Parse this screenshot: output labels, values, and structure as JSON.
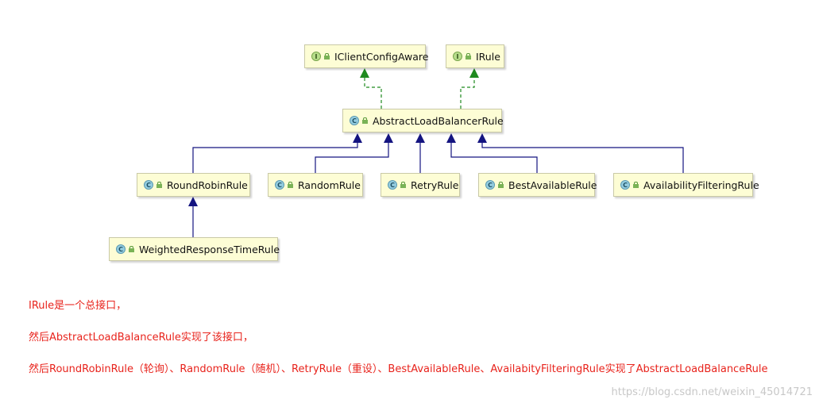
{
  "diagram": {
    "nodes": [
      {
        "id": "IClientConfigAware",
        "label": "IClientConfigAware",
        "kind": "I"
      },
      {
        "id": "IRule",
        "label": "IRule",
        "kind": "I"
      },
      {
        "id": "AbstractLoadBalancerRule",
        "label": "AbstractLoadBalancerRule",
        "kind": "C"
      },
      {
        "id": "RoundRobinRule",
        "label": "RoundRobinRule",
        "kind": "C"
      },
      {
        "id": "RandomRule",
        "label": "RandomRule",
        "kind": "C"
      },
      {
        "id": "RetryRule",
        "label": "RetryRule",
        "kind": "C"
      },
      {
        "id": "BestAvailableRule",
        "label": "BestAvailableRule",
        "kind": "C"
      },
      {
        "id": "AvailabilityFilteringRule",
        "label": "AvailabilityFilteringRule",
        "kind": "C"
      },
      {
        "id": "WeightedResponseTimeRule",
        "label": "WeightedResponseTimeRule",
        "kind": "C"
      }
    ],
    "edges": [
      {
        "from": "AbstractLoadBalancerRule",
        "to": "IClientConfigAware",
        "type": "implements"
      },
      {
        "from": "AbstractLoadBalancerRule",
        "to": "IRule",
        "type": "implements"
      },
      {
        "from": "RoundRobinRule",
        "to": "AbstractLoadBalancerRule",
        "type": "extends"
      },
      {
        "from": "RandomRule",
        "to": "AbstractLoadBalancerRule",
        "type": "extends"
      },
      {
        "from": "RetryRule",
        "to": "AbstractLoadBalancerRule",
        "type": "extends"
      },
      {
        "from": "BestAvailableRule",
        "to": "AbstractLoadBalancerRule",
        "type": "extends"
      },
      {
        "from": "AvailabilityFilteringRule",
        "to": "AbstractLoadBalancerRule",
        "type": "extends"
      },
      {
        "from": "WeightedResponseTimeRule",
        "to": "RoundRobinRule",
        "type": "extends"
      }
    ],
    "colors": {
      "implements": "#1f8a1f",
      "extends": "#141480",
      "interface_badge": "#b6dc8a",
      "class_badge": "#94cde0",
      "node_fill": "#fdfdd5"
    }
  },
  "notes": [
    "IRule是一个总接口，",
    "然后AbstractLoadBalanceRule实现了该接口，",
    "然后RoundRobinRule（轮询）、RandomRule（随机）、RetryRule（重设）、BestAvailableRule、AvailabityFilteringRule实现了AbstractLoadBalanceRule"
  ],
  "watermark": "https://blog.csdn.net/weixin_45014721"
}
